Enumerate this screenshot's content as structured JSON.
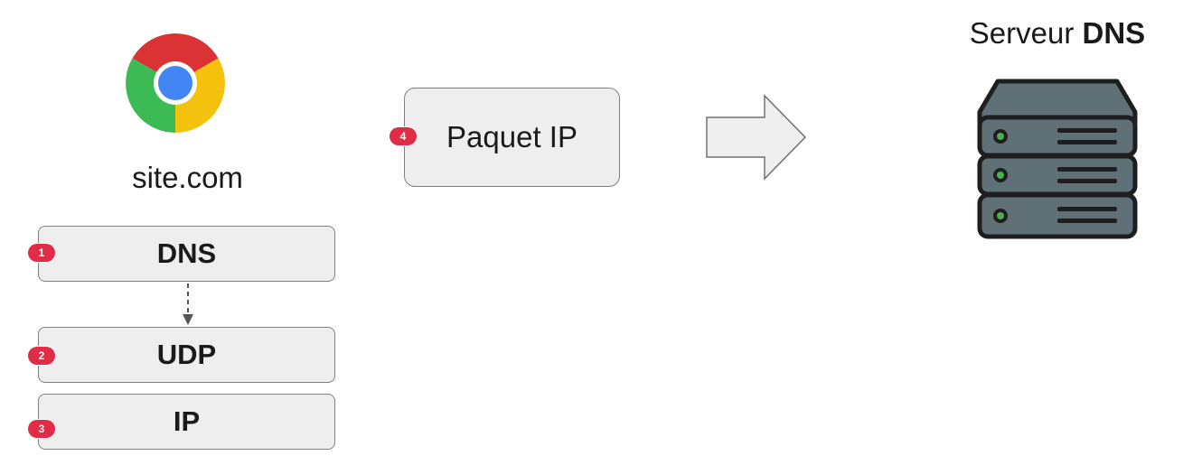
{
  "client": {
    "icon": "chrome-browser-icon",
    "site_label": "site.com"
  },
  "layers": [
    {
      "badge": "1",
      "label": "DNS"
    },
    {
      "badge": "2",
      "label": "UDP"
    },
    {
      "badge": "3",
      "label": "IP"
    }
  ],
  "packet": {
    "badge": "4",
    "label": "Paquet IP"
  },
  "server": {
    "title_prefix": "Serveur",
    "title_bold": "DNS",
    "icon": "server-rack-icon"
  },
  "colors": {
    "badge": "#e02c46",
    "box_fill": "#eeeeee",
    "box_border": "#808080",
    "chrome_red": "#db3236",
    "chrome_yellow": "#f4c20d",
    "chrome_green": "#3cba54",
    "chrome_blue": "#4285f4",
    "server_body": "#5f7077",
    "server_led": "#4caf50"
  }
}
